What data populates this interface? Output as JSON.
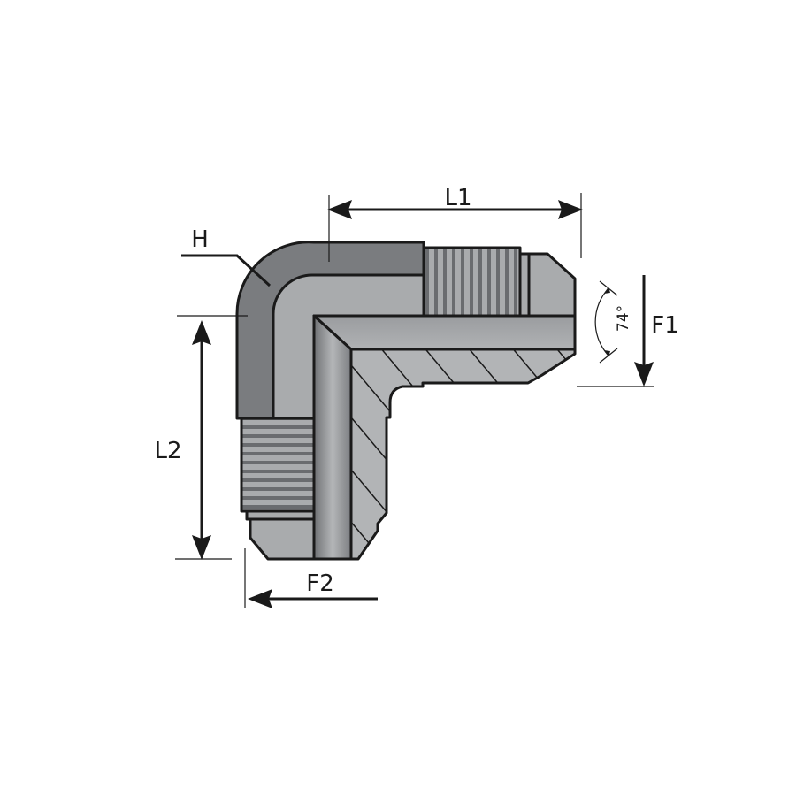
{
  "labels": {
    "L1": "L1",
    "L2": "L2",
    "F1": "F1",
    "F2": "F2",
    "H": "H",
    "angle": "74°"
  },
  "colors": {
    "body": "#a9abad",
    "body_dark": "#75777a",
    "thread_dark": "#5e6063",
    "outline": "#1a1a1a"
  }
}
